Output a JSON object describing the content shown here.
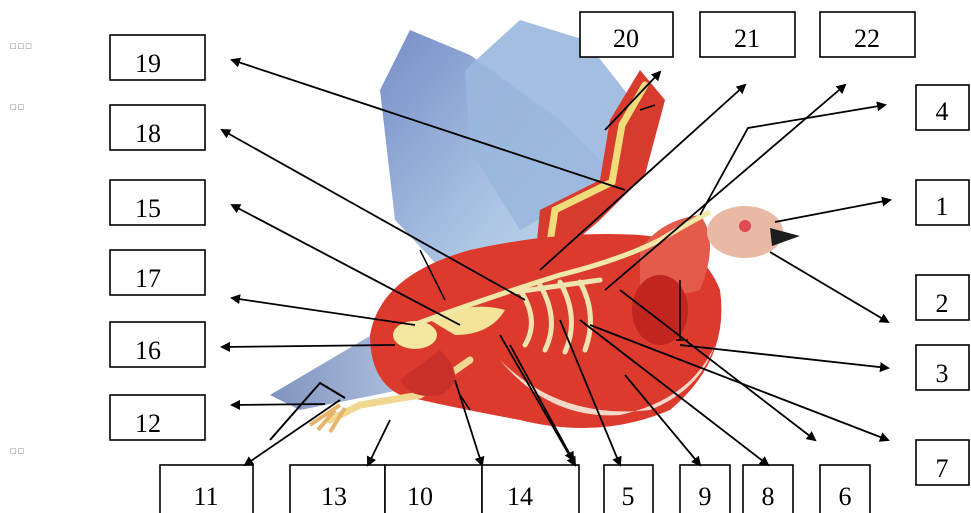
{
  "labels": {
    "b1": "1",
    "b2": "2",
    "b3": "3",
    "b4": "4",
    "b5": "5",
    "b6": "6",
    "b7": "7",
    "b8": "8",
    "b9": "9",
    "b10": "10",
    "b11": "11",
    "b12": "12",
    "b13": "13",
    "b14": "14",
    "b15": "15",
    "b16": "16",
    "b17": "17",
    "b18": "18",
    "b19": "19",
    "b20": "20",
    "b21": "21",
    "b22": "22"
  },
  "marks": {
    "m1": "□□□",
    "m2": "□□",
    "m3": "□□"
  },
  "colors": {
    "wing_blue": "#8fb0d8",
    "flesh_red": "#d9342b",
    "bone_yellow": "#f2e27a",
    "line": "#000000"
  }
}
